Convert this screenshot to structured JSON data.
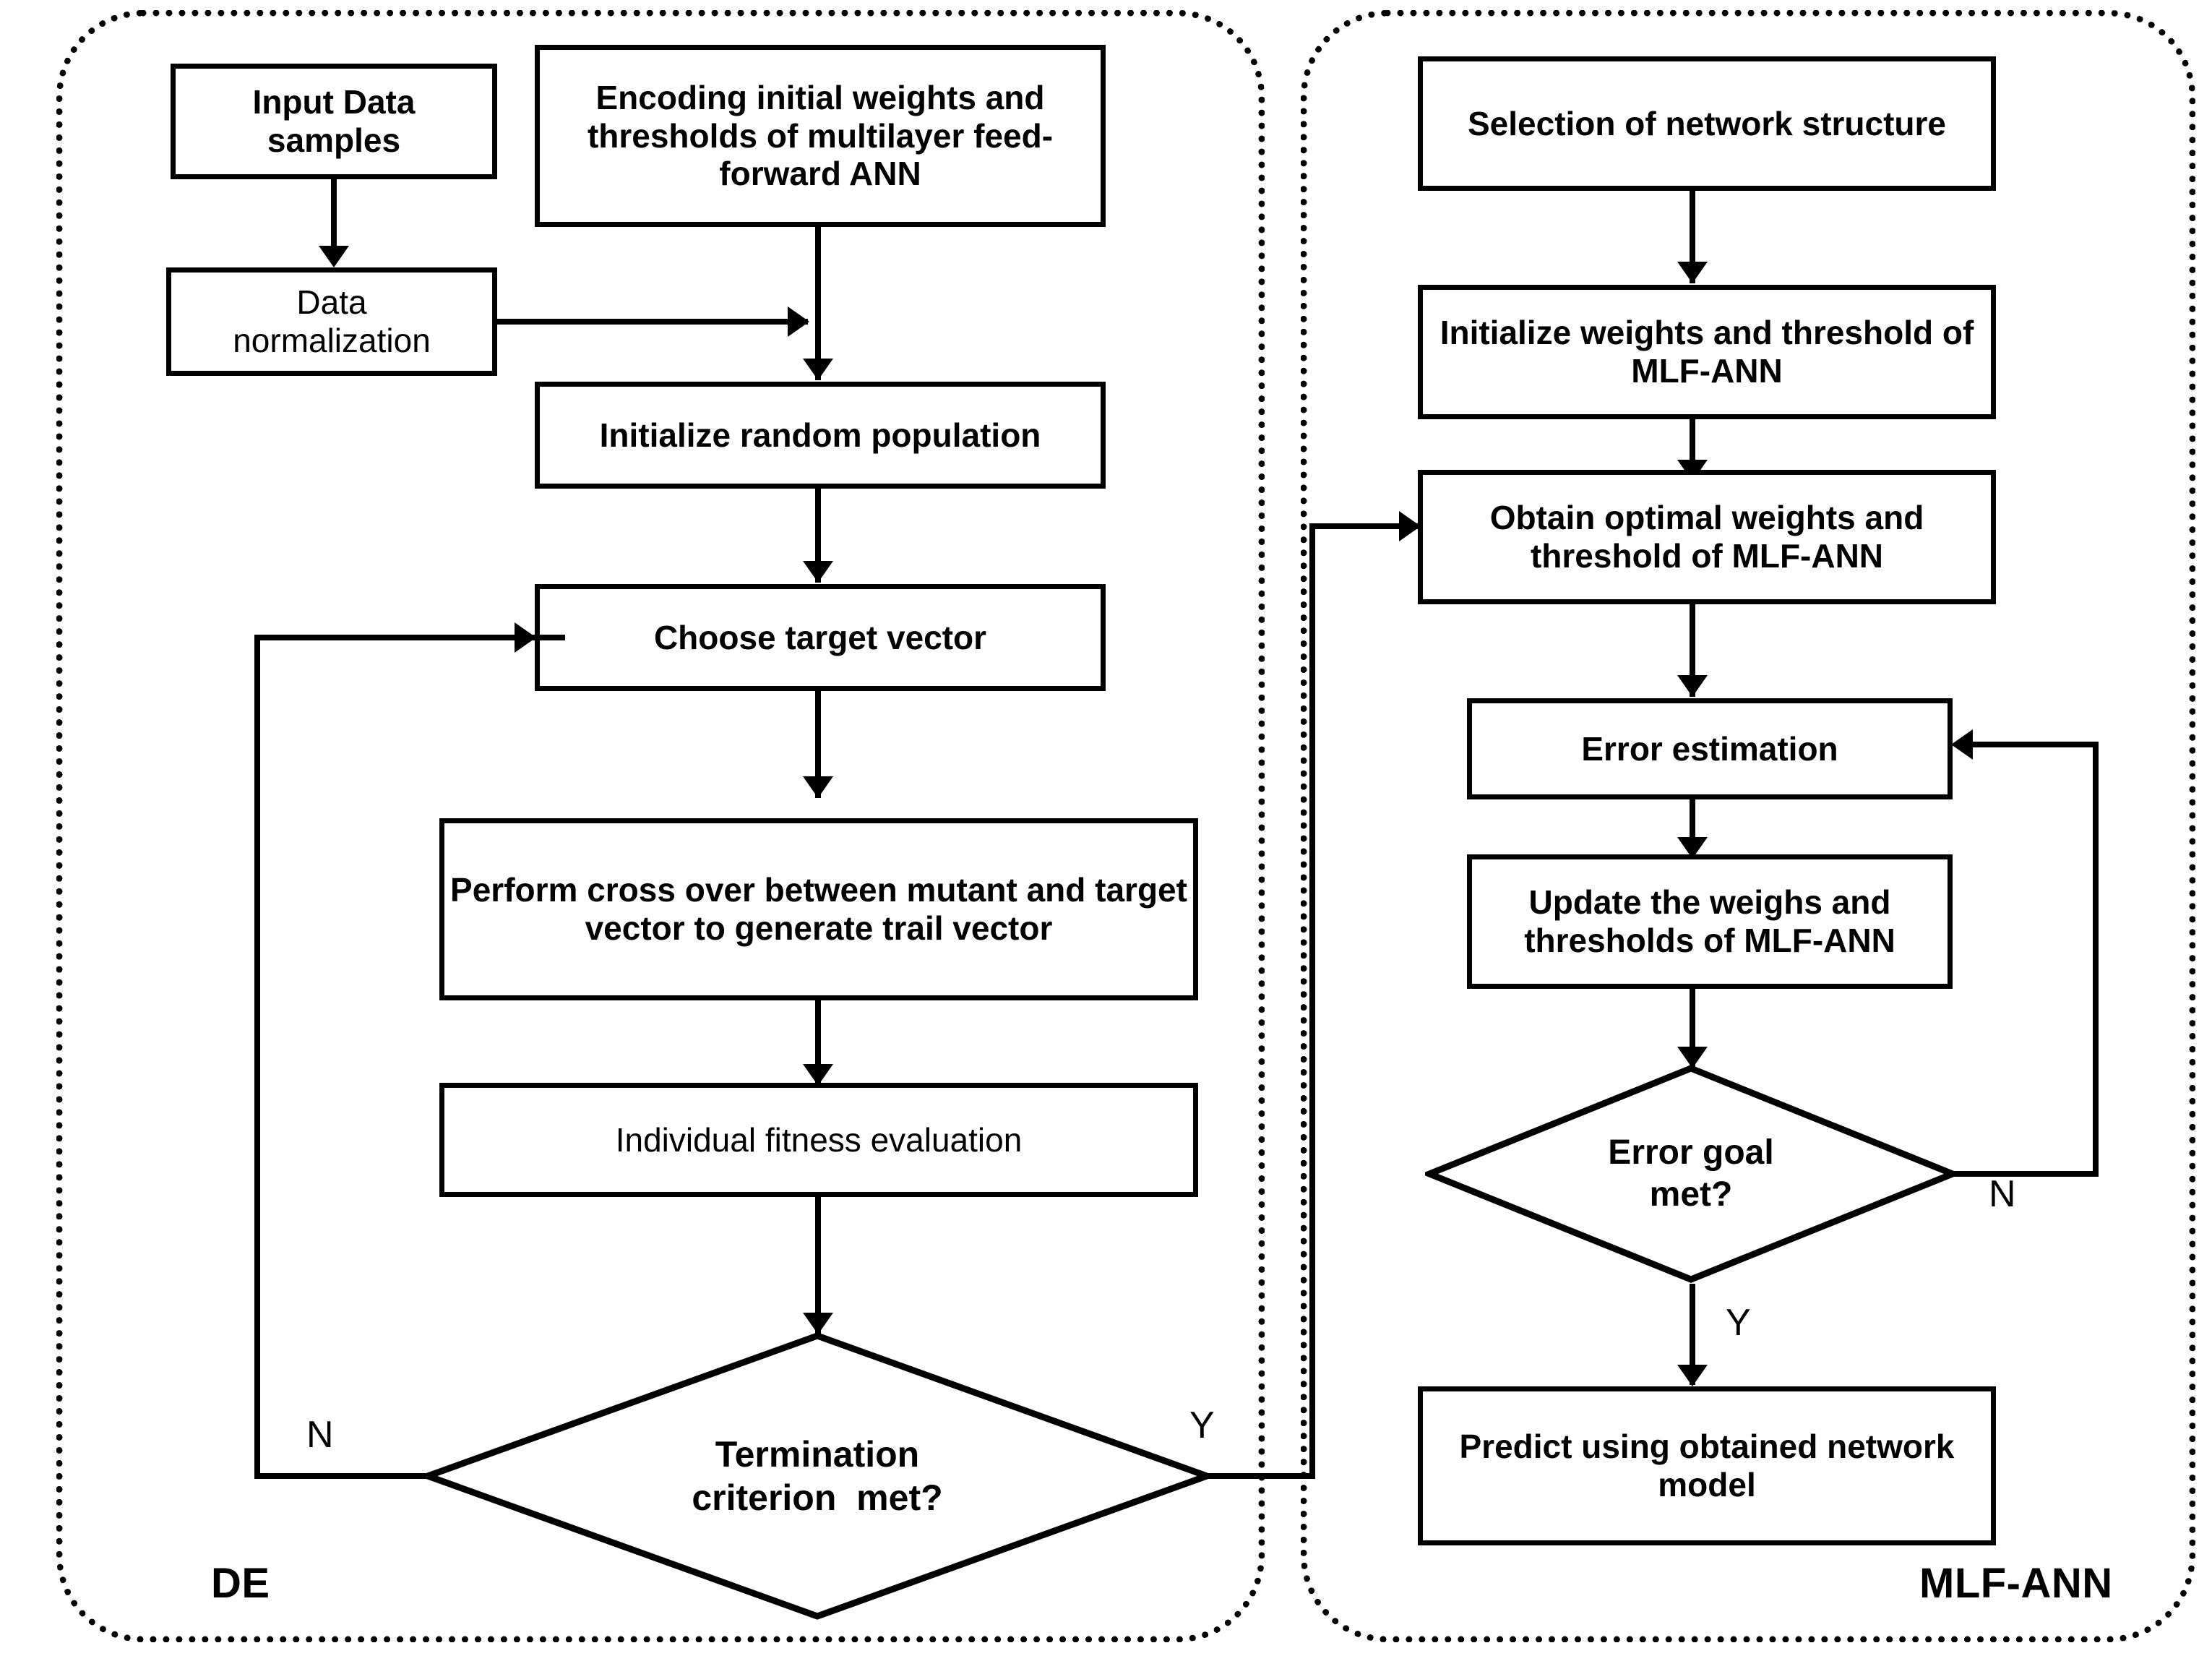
{
  "figure": {
    "panels": [
      {
        "id": "de",
        "label": "DE"
      },
      {
        "id": "mlf_ann",
        "label": "MLF-ANN"
      }
    ]
  },
  "de_panel": {
    "label": "DE",
    "nodes": {
      "input_data": "Input Data\nsamples",
      "normalization": "Data\nnormalization",
      "encoding": "Encoding initial weights and thresholds of multilayer feed-forward ANN",
      "init_population": "Initialize random population",
      "choose_target": "Choose target vector",
      "crossover": "Perform cross over between mutant and target vector to generate trail vector",
      "fitness": "Individual fitness evaluation",
      "termination": "Termination criterion  met?"
    },
    "branches": {
      "termination_no": "N",
      "termination_yes": "Y"
    }
  },
  "ann_panel": {
    "label": "MLF-ANN",
    "nodes": {
      "selection": "Selection of network structure",
      "initialize": "Initialize weights and threshold of MLF-ANN",
      "obtain_optimal": "Obtain optimal weights and threshold of MLF-ANN",
      "error_estimation": "Error estimation",
      "update_weights": "Update the weighs and thresholds of MLF-ANN",
      "error_goal": "Error goal met?",
      "predict": "Predict using obtained network model"
    },
    "branches": {
      "error_goal_no": "N",
      "error_goal_yes": "Y"
    }
  }
}
